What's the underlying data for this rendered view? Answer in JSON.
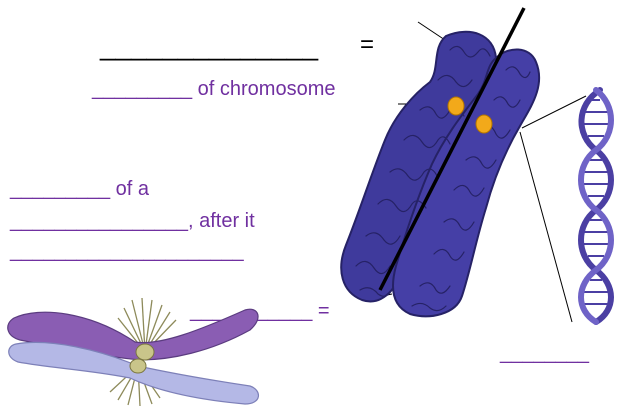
{
  "labels": {
    "top_blank": "______________",
    "top_equals": "=",
    "label_chromosome": "_________ of chromosome",
    "label_left_line1": "_________ of a",
    "label_left_line2": "________________, after it",
    "label_left_line3": "_____________________",
    "label_mid_equals": "___________ =",
    "label_bottom_right": "________"
  },
  "icons": {
    "chromosome": "duplicated-chromosome-illustration",
    "dna": "dna-double-helix-illustration",
    "mitotic": "mitotic-chromosome-with-spindle-illustration"
  },
  "colors": {
    "chromatin": "#3f3a9c",
    "chromatin_dark": "#262266",
    "dna": "#4b3fa3",
    "centromere": "#f2a91a",
    "purple_text": "#7030a0",
    "mitotic_top": "#8a5db3",
    "mitotic_bottom": "#b4b8e6"
  }
}
